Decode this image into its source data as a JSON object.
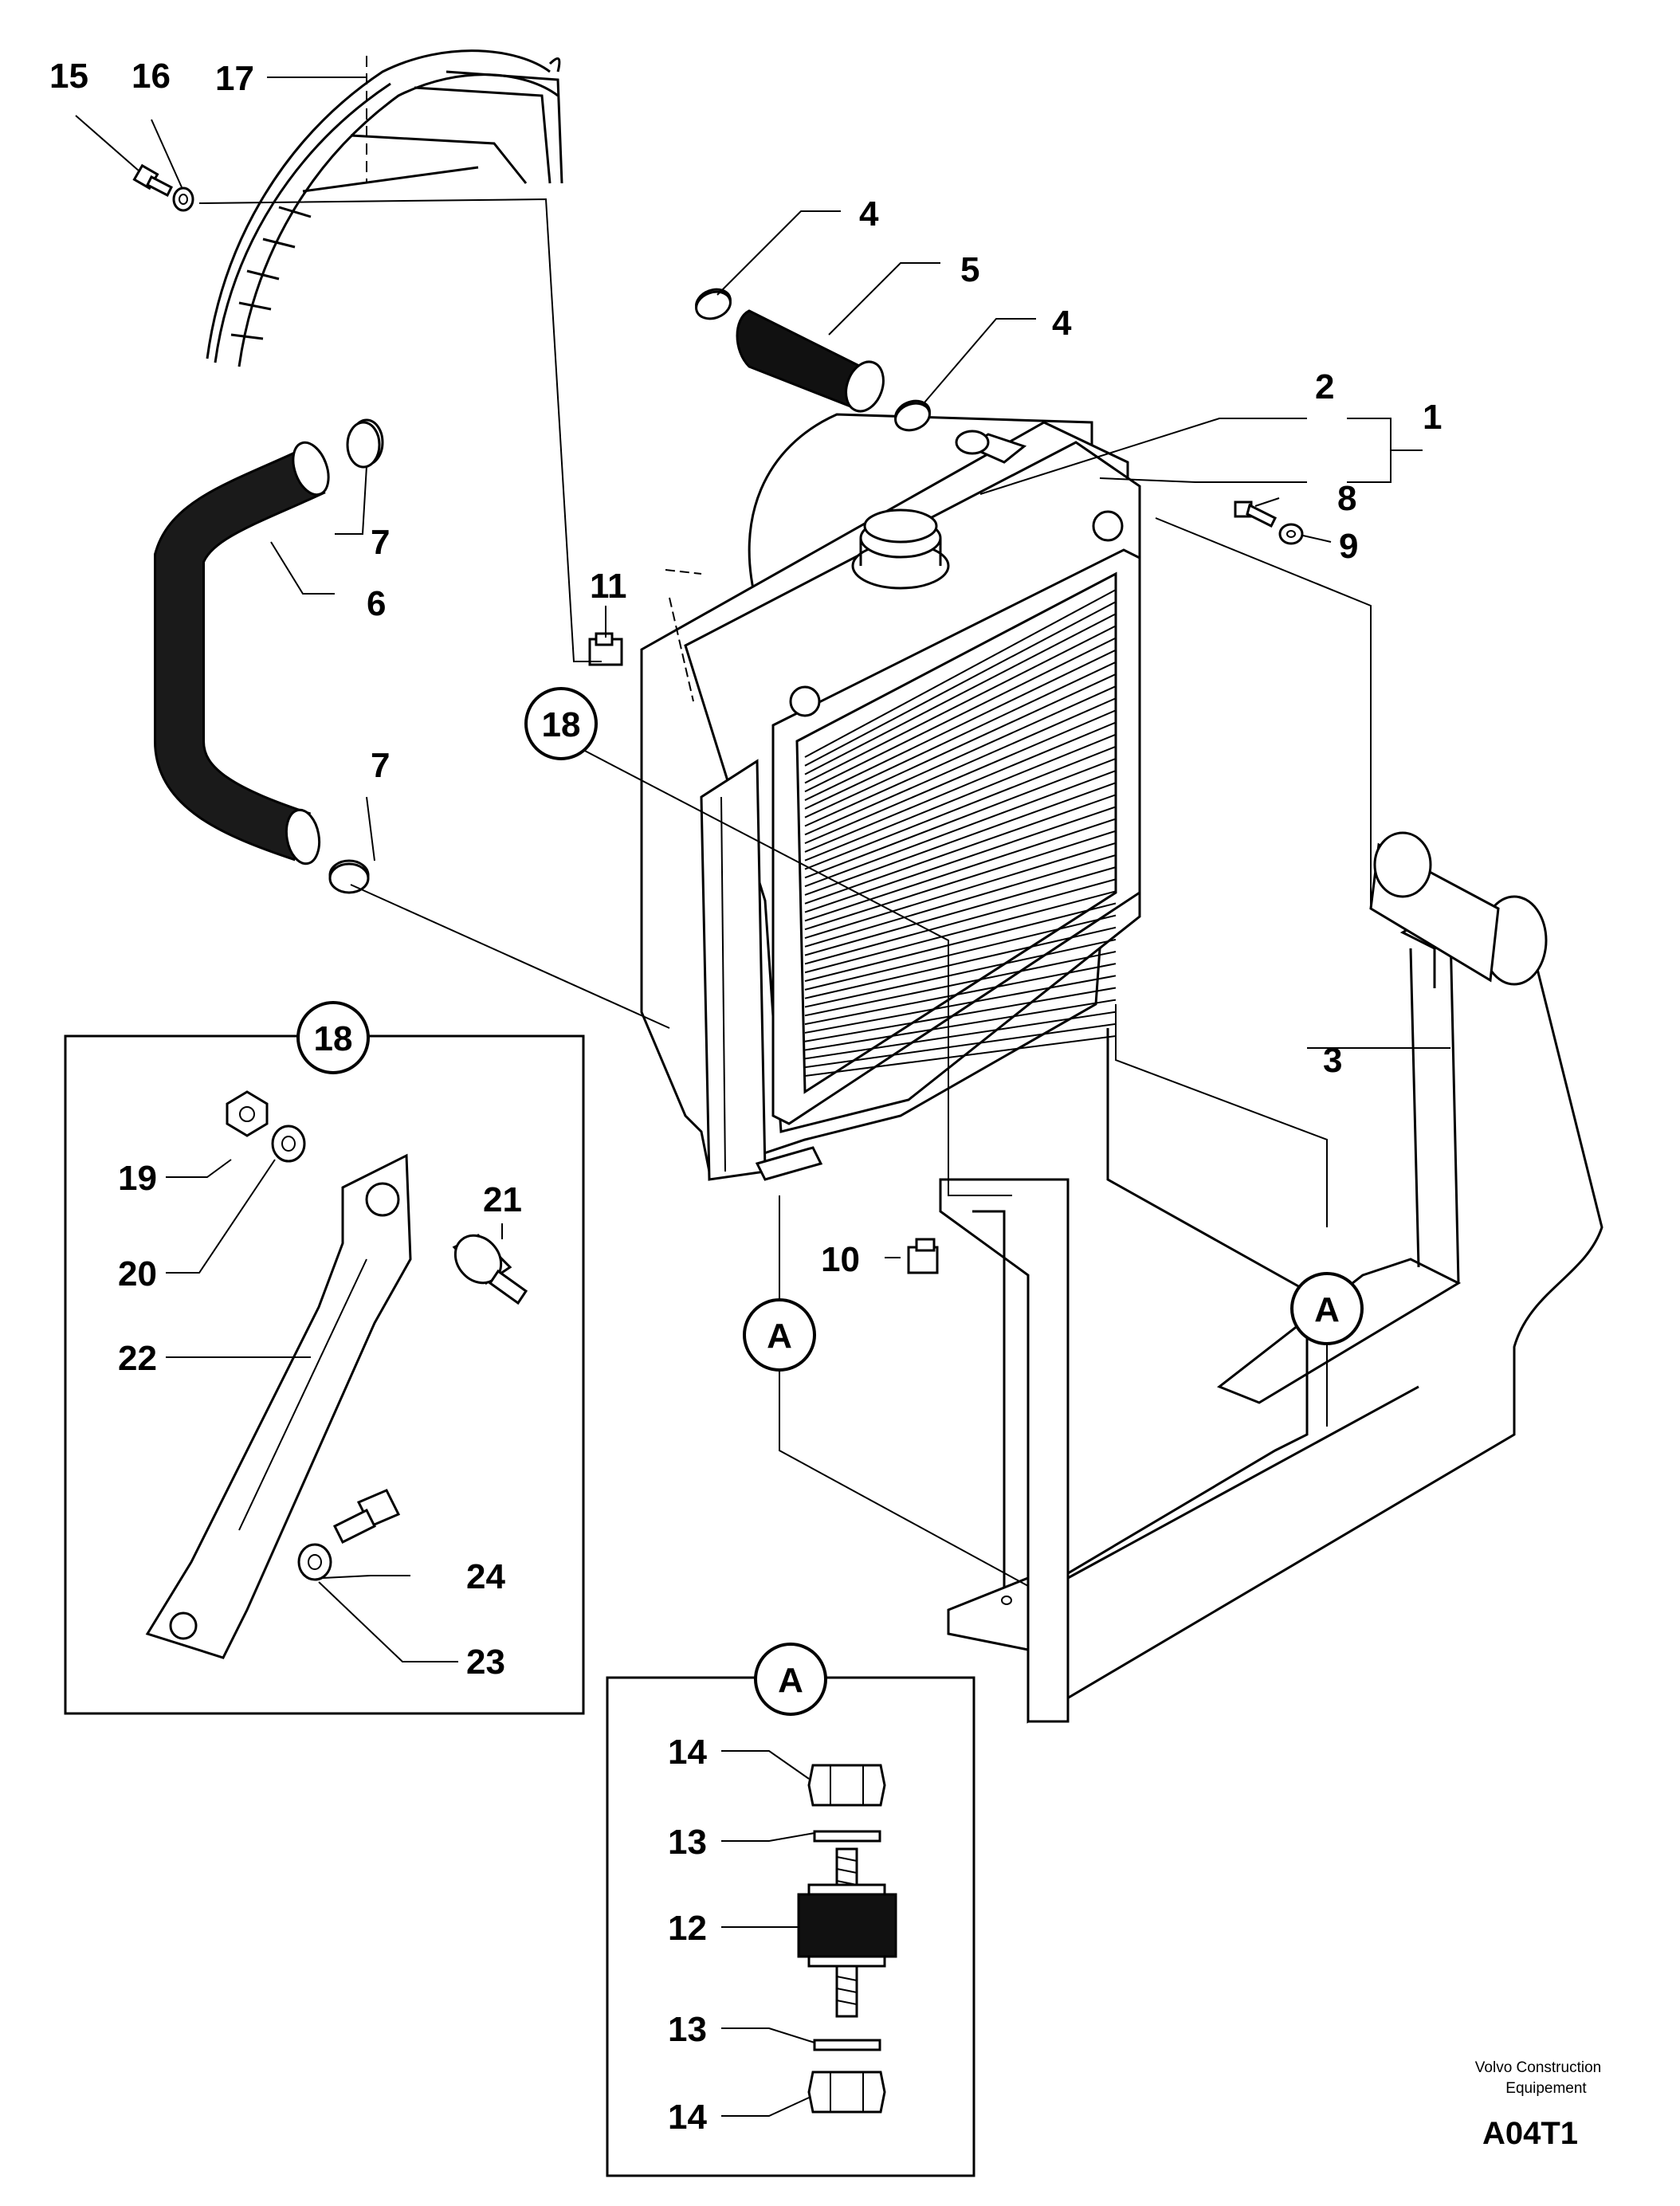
{
  "callouts": {
    "c1": "1",
    "c2": "2",
    "c3": "3",
    "c4a": "4",
    "c4b": "4",
    "c5": "5",
    "c6": "6",
    "c7a": "7",
    "c7b": "7",
    "c8": "8",
    "c9": "9",
    "c10": "10",
    "c11": "11",
    "c15": "15",
    "c16": "16",
    "c17": "17",
    "c18": "18"
  },
  "detail18": {
    "badge": "18",
    "c19": "19",
    "c20": "20",
    "c21": "21",
    "c22": "22",
    "c23": "23",
    "c24": "24"
  },
  "detailA": {
    "badge": "A",
    "c14a": "14",
    "c13a": "13",
    "c12": "12",
    "c13b": "13",
    "c14b": "14"
  },
  "refs": {
    "a_left": "A",
    "a_right": "A"
  },
  "footer": {
    "company_line1": "Volvo Construction",
    "company_line2": "Equipement",
    "drawing_code": "A04T1"
  }
}
